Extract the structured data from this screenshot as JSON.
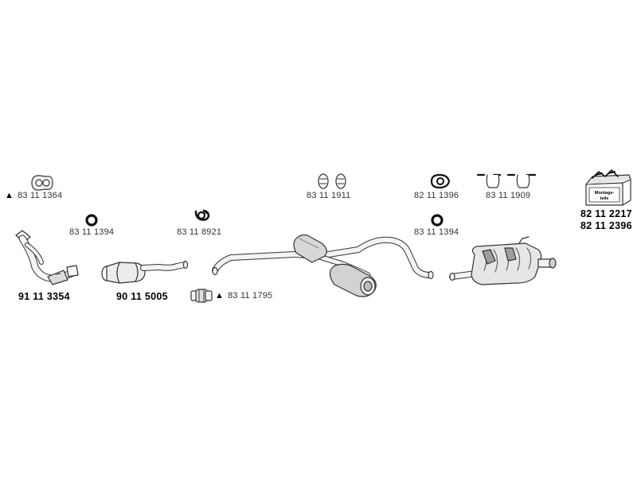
{
  "warning_symbol": "▲",
  "parts": {
    "gasket_front": "83 11 1364",
    "ring_left": "83 11 1394",
    "front_pipe": "91 11 3354",
    "catalyst": "90 11 5005",
    "clamp_front": "83 11 8921",
    "clamp_double": "83 11 1795",
    "rubber_mounts_center": "83 11 1911",
    "gasket_rear": "82 11 1396",
    "ring_right": "83 11 1394",
    "hangers_rear": "83 11 1909",
    "kit_a": "82 11 2217",
    "kit_b": "82 11 2396"
  },
  "kit_box_label": "Montage-teile",
  "colors": {
    "line": "#333333",
    "fill": "#f2f2f2",
    "shade": "#bdbdbd"
  }
}
